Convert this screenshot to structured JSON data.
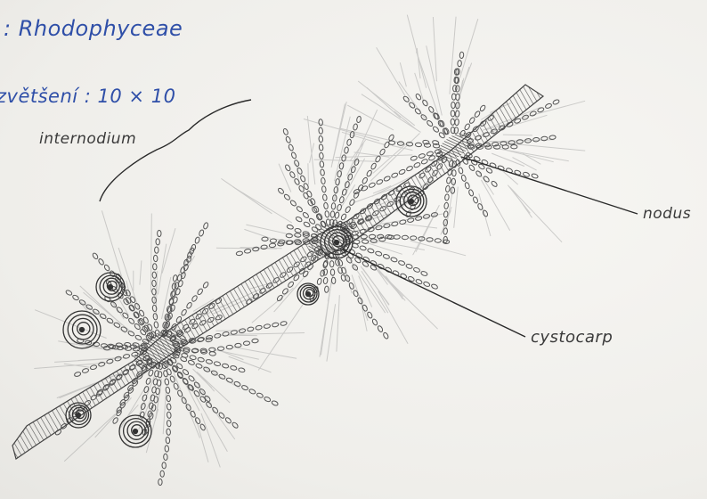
{
  "header": {
    "title": ": Rhodophyceae",
    "magnification": "zvětšení : 10 × 10"
  },
  "labels": {
    "internodium": "internodium",
    "nodus": "nodus",
    "cystocarp": "cystocarp"
  },
  "colors": {
    "ink": "#2f4fa8",
    "pencil": "#3a3a3a",
    "paper": "#f3f2ef"
  }
}
